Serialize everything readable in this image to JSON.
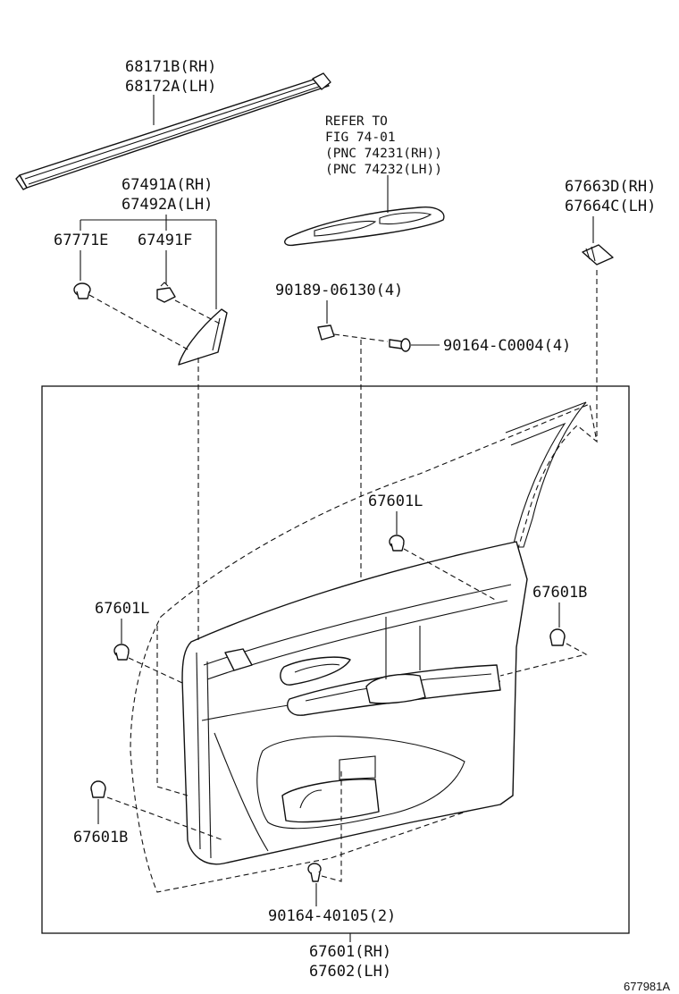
{
  "labels": {
    "weatherstrip_rh": "68171B(RH)",
    "weatherstrip_lh": "68172A(LH)",
    "refer_line1": "REFER TO",
    "refer_line2": "FIG 74-01",
    "refer_line3": "(PNC 74231(RH))",
    "refer_line4": "(PNC 74232(LH))",
    "cover_rh": "67491A(RH)",
    "cover_lh": "67492A(LH)",
    "clip_67771e": "67771E",
    "clip_67491f": "67491F",
    "clip_67663d": "67663D(RH)",
    "clip_67664c": "67664C(LH)",
    "nut_90189": "90189-06130(4)",
    "screw_90164_c0004": "90164-C0004(4)",
    "clip_67601l_top": "67601L",
    "clip_67601l_left": "67601L",
    "clip_67601b_right": "67601B",
    "clip_67601b_left": "67601B",
    "screw_90164_40105": "90164-40105(2)",
    "panel_rh": "67601(RH)",
    "panel_lh": "67602(LH)",
    "figure_code": "677981A"
  }
}
